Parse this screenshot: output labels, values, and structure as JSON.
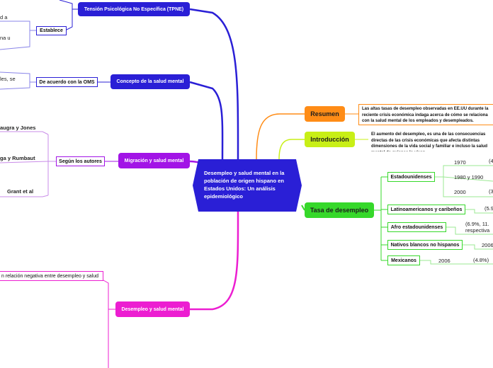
{
  "central": {
    "title": "Desempleo y salud mental en la población de origen hispano en Estados Unidos: Un análisis epidemiológico"
  },
  "left": {
    "tpne": {
      "label": "Tensión Psicológica No Específica (TPNE)",
      "sub": "Establece",
      "text1": "d a",
      "text2": "na u"
    },
    "concepto": {
      "label": "Concepto de la salud mental",
      "sub": "De acuerdo con la OMS",
      "text": "les, se"
    },
    "migracion": {
      "label": "Migración y salud mental",
      "sub": "Según los autores",
      "authors": [
        "augra y Jones",
        "ga y Rumbaut",
        "Grant et al"
      ]
    },
    "desempleo": {
      "label": "Desempleo y salud mental",
      "sub": "n relación negativa entre desempleo y salud"
    }
  },
  "right": {
    "resumen": {
      "label": "Resumen",
      "text": "Las altas tasas de desempleo observadas en EE.UU durante la reciente crisis económica indaga acerca de cómo se relaciona con la salud mental de los empleados y desempleados."
    },
    "introduccion": {
      "label": "Introducción",
      "text": "El aumento del desempleo, es una de las consecuencias directas de las crisis económicas que afecta distintas dimensiones de la vida social y familiar e incluso la salud mental de quienes lo viven."
    },
    "tasa": {
      "label": "Tasa de desempleo",
      "estadounidenses": {
        "label": "Estadounidenses",
        "years": [
          "1970",
          "1980 y 1990",
          "2000"
        ],
        "values": [
          "(4",
          "",
          "(3"
        ]
      },
      "latino": {
        "label": "Latinoamericanos y caribeños",
        "value": "(5.9"
      },
      "afro": {
        "label": "Afro estadounidenses",
        "value_line1": "(6.9%, 11.",
        "value_line2": "respectiva"
      },
      "nativos": {
        "label": "Nativos blancos no hispanos",
        "value": "2006"
      },
      "mexicanos": {
        "label": "Mexicanos",
        "year": "2006",
        "value": "(4.8%)"
      }
    }
  },
  "colors": {
    "blue": "#2a1fd6",
    "purple": "#a214e6",
    "pink": "#ec1ed1",
    "orange": "#ff8c16",
    "lime": "#c8ef16",
    "green": "#36d82a"
  }
}
